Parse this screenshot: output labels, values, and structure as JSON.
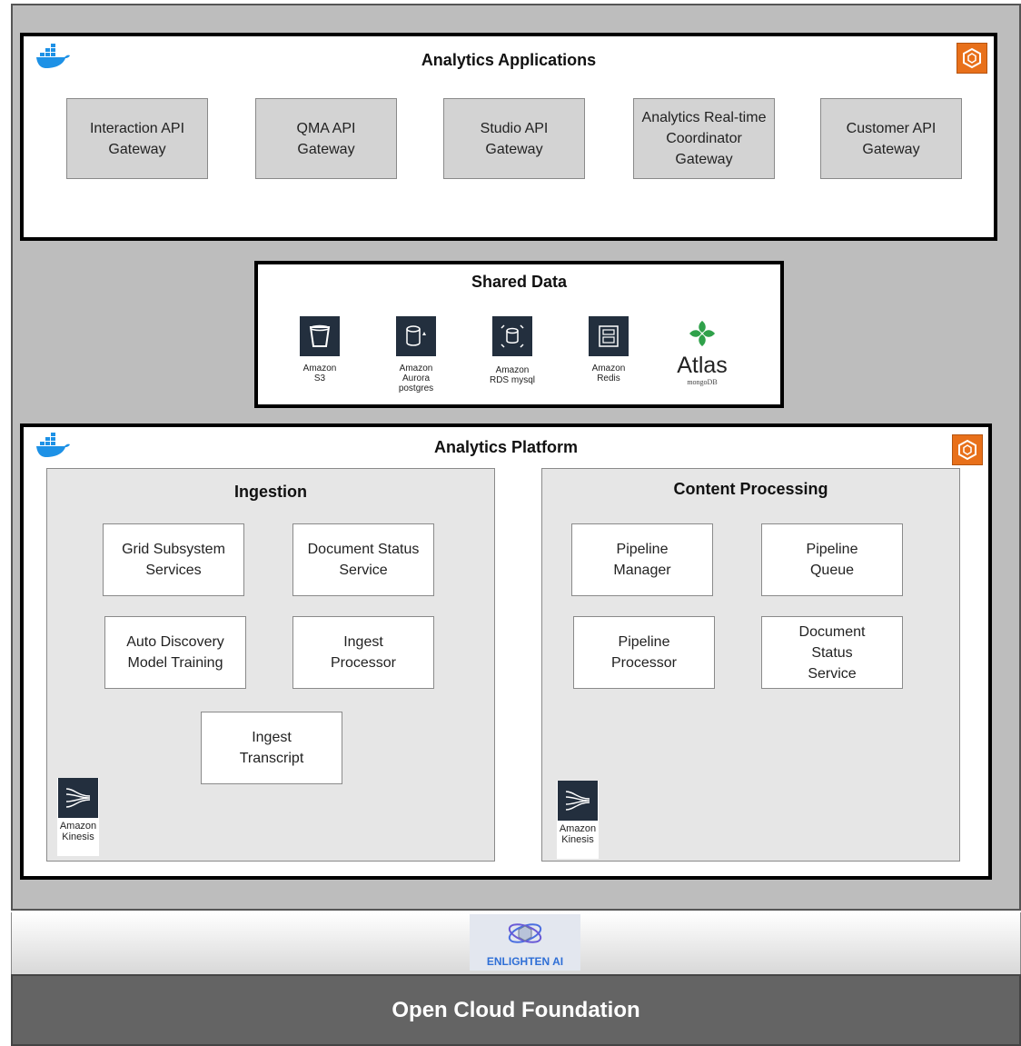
{
  "colors": {
    "background": "#bdbdbd",
    "foundation": "#646464",
    "aws_orange": "#e8701a",
    "aws_dark": "#232f3e",
    "docker_blue": "#1d91e6"
  },
  "analytics_applications": {
    "title": "Analytics Applications",
    "boxes": [
      "Interaction API\nGateway",
      "QMA API\nGateway",
      "Studio API\nGateway",
      "Analytics Real-time\nCoordinator\nGateway",
      "Customer API\nGateway"
    ]
  },
  "shared_data": {
    "title": "Shared Data",
    "services": [
      {
        "icon": "s3-bucket-icon",
        "label": "Amazon\nS3"
      },
      {
        "icon": "aurora-icon",
        "label": "Amazon\nAurora\npostgres"
      },
      {
        "icon": "rds-icon",
        "label": "Amazon\nRDS mysql"
      },
      {
        "icon": "redis-icon",
        "label": "Amazon\nRedis"
      }
    ],
    "atlas": {
      "name": "Atlas",
      "sub": "mongoDB"
    }
  },
  "analytics_platform": {
    "title": "Analytics Platform",
    "ingestion": {
      "title": "Ingestion",
      "boxes": [
        "Grid Subsystem\nServices",
        "Document Status\nService",
        "Auto Discovery\nModel Training",
        "Ingest\nProcessor",
        "Ingest\nTranscript"
      ],
      "kinesis_label": "Amazon\nKinesis"
    },
    "content_processing": {
      "title": "Content Processing",
      "boxes": [
        "Pipeline\nManager",
        "Pipeline\nQueue",
        "Pipeline\nProcessor",
        "Document\nStatus\nService"
      ],
      "kinesis_label": "Amazon\nKinesis"
    }
  },
  "enlighten": {
    "label": "ENLIGHTEN AI"
  },
  "foundation": {
    "label": "Open Cloud Foundation"
  }
}
